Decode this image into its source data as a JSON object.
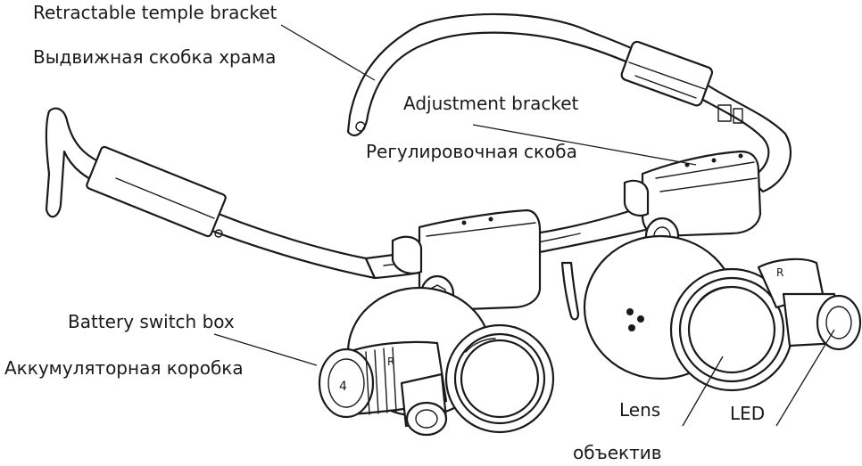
{
  "labels": {
    "retractable_en": "Retractable temple bracket",
    "retractable_ru": "Выдвижная скобка храма",
    "adjustment_en": "Adjustment bracket",
    "adjustment_ru": "Регулировочная скоба",
    "battery_en": "Battery switch box",
    "battery_ru": "Аккумуляторная коробка",
    "lens_en": "Lens",
    "lens_ru": "объектив",
    "led": "LED"
  }
}
